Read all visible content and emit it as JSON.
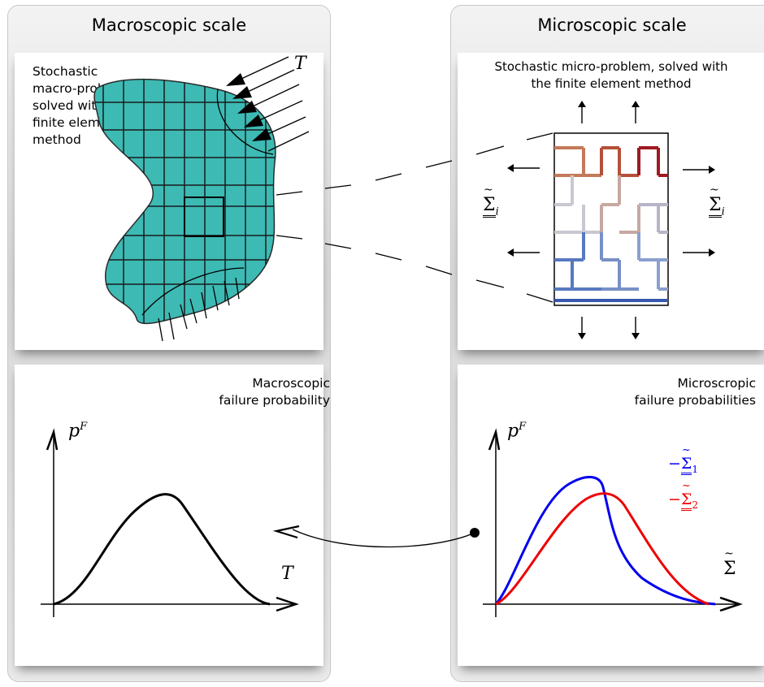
{
  "macro": {
    "title": "Macroscopic scale",
    "top_text": [
      "Stochastic",
      "macro-problem,",
      "solved with the",
      "finite element",
      "method"
    ],
    "load_label": "T",
    "plot_text": [
      "Macroscopic",
      "failure probability"
    ],
    "y_axis": "p",
    "y_axis_sup": "F",
    "x_axis": "T"
  },
  "micro": {
    "title": "Microscopic scale",
    "top_text": [
      "Stochastic micro-problem, solved with",
      "the finite element method"
    ],
    "stress_label": "Σ",
    "stress_sub": "i",
    "plot_text": [
      "Microscropic",
      "failure probabilities"
    ],
    "y_axis": "p",
    "y_axis_sup": "F",
    "x_axis": "Σ",
    "legend": [
      {
        "prefix": "−",
        "symbol": "Σ",
        "sub": "1",
        "color": "#0000ee"
      },
      {
        "prefix": "−",
        "symbol": "Σ",
        "sub": "2",
        "color": "#ee0000"
      }
    ]
  },
  "colors": {
    "domain_fill": "#3dbab4",
    "blue_curve": "#0000ee",
    "red_curve": "#ee0000"
  }
}
